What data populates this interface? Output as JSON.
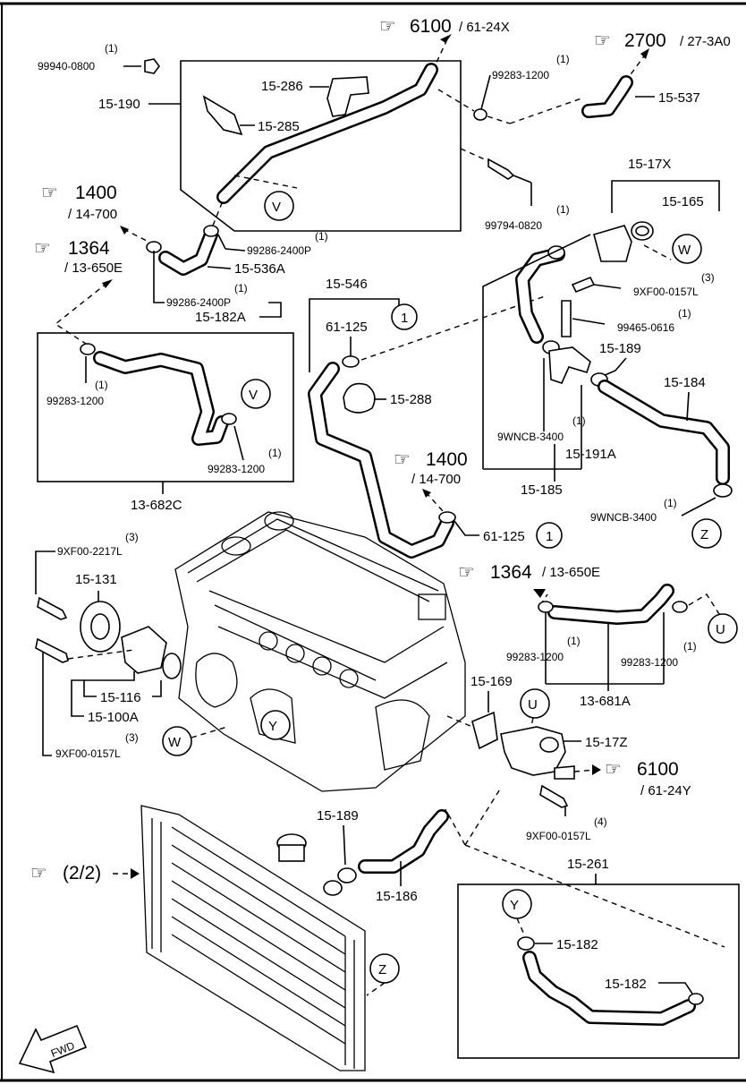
{
  "refs": {
    "r6100_top": {
      "num": "6100",
      "sub": "/ 61-24X"
    },
    "r2700": {
      "num": "2700",
      "sub": "/ 27-3A0"
    },
    "r1400_left": {
      "num": "1400",
      "sub": "/ 14-700"
    },
    "r1364_left": {
      "num": "1364",
      "sub": "/ 13-650E"
    },
    "r1400_mid": {
      "num": "1400",
      "sub": "/ 14-700"
    },
    "r1364_right": {
      "num": "1364",
      "sub": "/ 13-650E"
    },
    "r6100_right": {
      "num": "6100",
      "sub": "/ 61-24Y"
    },
    "r22": {
      "num": "(2/2)"
    }
  },
  "parts": {
    "p99940": {
      "qty": "(1)",
      "code": "99940-0800"
    },
    "p15_190": "15-190",
    "p15_286": "15-286",
    "p15_285": "15-285",
    "p99283_top": {
      "qty": "(1)",
      "code": "99283-1200"
    },
    "p15_537": "15-537",
    "p99794": {
      "qty": "(1)",
      "code": "99794-0820"
    },
    "p99286_a": {
      "qty": "(1)",
      "code": "99286-2400P"
    },
    "p15_536A": "15-536A",
    "p99286_b": {
      "qty": "(1)",
      "code": "99286-2400P"
    },
    "p15_182A": "15-182A",
    "p99283_box_a": {
      "qty": "(1)",
      "code": "99283-1200"
    },
    "p99283_box_b": {
      "qty": "(1)",
      "code": "99283-1200"
    },
    "p13_682C": "13-682C",
    "p15_546": "15-546",
    "p61_125_a": "61-125",
    "p15_288": "15-288",
    "p15_17X": "15-17X",
    "p15_165": "15-165",
    "p9XF00_a": {
      "qty": "(3)",
      "code": "9XF00-0157L"
    },
    "p99465": {
      "qty": "(1)",
      "code": "99465-0616"
    },
    "p15_189_top": "15-189",
    "p15_184": "15-184",
    "p9WNCB_a": {
      "qty": "(1)",
      "code": "9WNCB-3400"
    },
    "p15_191A": "15-191A",
    "p15_185": "15-185",
    "p9WNCB_b": {
      "qty": "(1)",
      "code": "9WNCB-3400"
    },
    "p61_125_b": "61-125",
    "p9XF00_2217": {
      "qty": "(3)",
      "code": "9XF00-2217L"
    },
    "p15_131": "15-131",
    "p15_116": "15-116",
    "p15_100A": "15-100A",
    "p9XF00_b": {
      "qty": "(3)",
      "code": "9XF00-0157L"
    },
    "p99283_r1": {
      "qty": "(1)",
      "code": "99283-1200"
    },
    "p99283_r2": {
      "qty": "(1)",
      "code": "99283-1200"
    },
    "p13_681A": "13-681A",
    "p15_169": "15-169",
    "p15_17Z": "15-17Z",
    "p9XF00_c": {
      "qty": "(4)",
      "code": "9XF00-0157L"
    },
    "p15_189_bot": "15-189",
    "p15_186": "15-186",
    "p15_261": "15-261",
    "p15_182_a": "15-182",
    "p15_182_b": "15-182"
  },
  "markers": {
    "V": "V",
    "W": "W",
    "Y": "Y",
    "U": "U",
    "Z": "Z",
    "one": "1"
  },
  "fwd": "FWD"
}
